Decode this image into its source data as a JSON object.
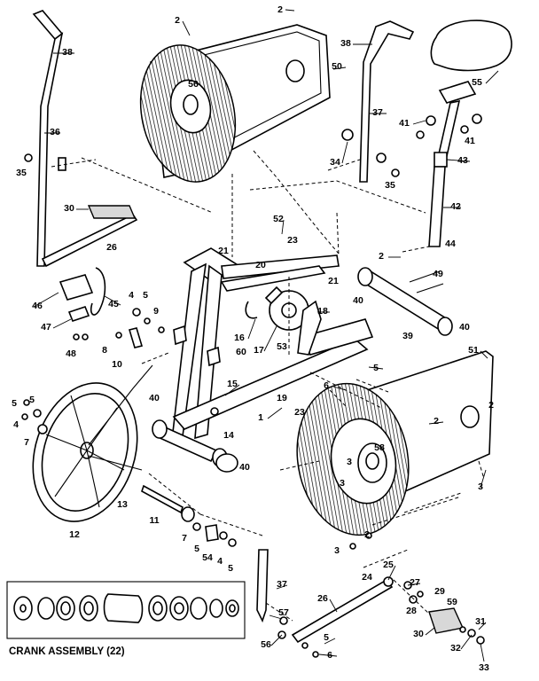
{
  "assembly_caption": "CRANK ASSEMBLY (22)",
  "callouts": [
    "2",
    "2",
    "38",
    "56",
    "50",
    "38",
    "55",
    "36",
    "37",
    "41",
    "41",
    "35",
    "34",
    "43",
    "35",
    "30",
    "26",
    "52",
    "23",
    "42",
    "21",
    "44",
    "2",
    "20",
    "49",
    "21",
    "46",
    "45",
    "4",
    "5",
    "9",
    "18",
    "40",
    "47",
    "16",
    "17",
    "40",
    "39",
    "48",
    "8",
    "10",
    "60",
    "53",
    "5",
    "51",
    "15",
    "6",
    "5",
    "5",
    "40",
    "19",
    "23",
    "1",
    "2",
    "4",
    "7",
    "14",
    "2",
    "40",
    "58",
    "3",
    "3",
    "13",
    "11",
    "3",
    "12",
    "7",
    "5",
    "54",
    "4",
    "5",
    "2",
    "3",
    "37",
    "25",
    "24",
    "27",
    "26",
    "29",
    "28",
    "59",
    "57",
    "56",
    "30",
    "31",
    "5",
    "6",
    "32",
    "33"
  ]
}
